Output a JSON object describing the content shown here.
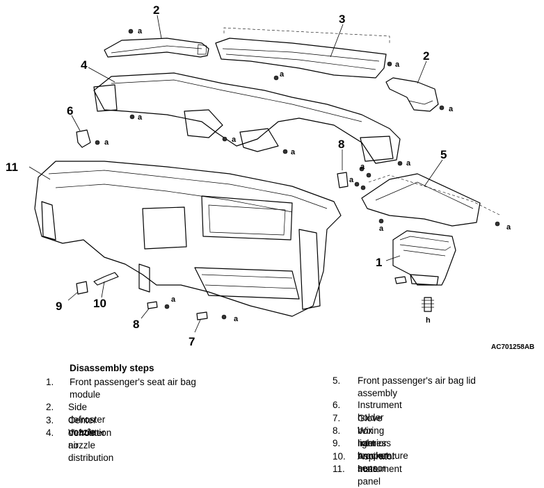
{
  "diagram": {
    "reference_code": "AC701258AB",
    "callouts": [
      "1",
      "2",
      "2",
      "3",
      "4",
      "5",
      "6",
      "7",
      "8",
      "8",
      "9",
      "10",
      "11",
      "h"
    ],
    "fastener_label": "a"
  },
  "legend": {
    "title": "Disassembly steps",
    "steps": [
      {
        "num": "1.",
        "text": "Front passenger's seat air bag module"
      },
      {
        "num": "2.",
        "text": "Side defroster nozzle"
      },
      {
        "num": "3.",
        "text": "Center defroster nozzle"
      },
      {
        "num": "4.",
        "text": "Ventilation air distribution"
      },
      {
        "num": "5.",
        "text": "Front passenger's air bag lid assembly"
      },
      {
        "num": "6.",
        "text": "Instrument holder"
      },
      {
        "num": "7.",
        "text": "Glove box light bracket"
      },
      {
        "num": "8.",
        "text": "Wiring harness bracket"
      },
      {
        "num": "9.",
        "text": "Interior temperature sensor"
      },
      {
        "num": "10.",
        "text": "Aspirator hose"
      },
      {
        "num": "11.",
        "text": "Instrument panel"
      }
    ]
  }
}
